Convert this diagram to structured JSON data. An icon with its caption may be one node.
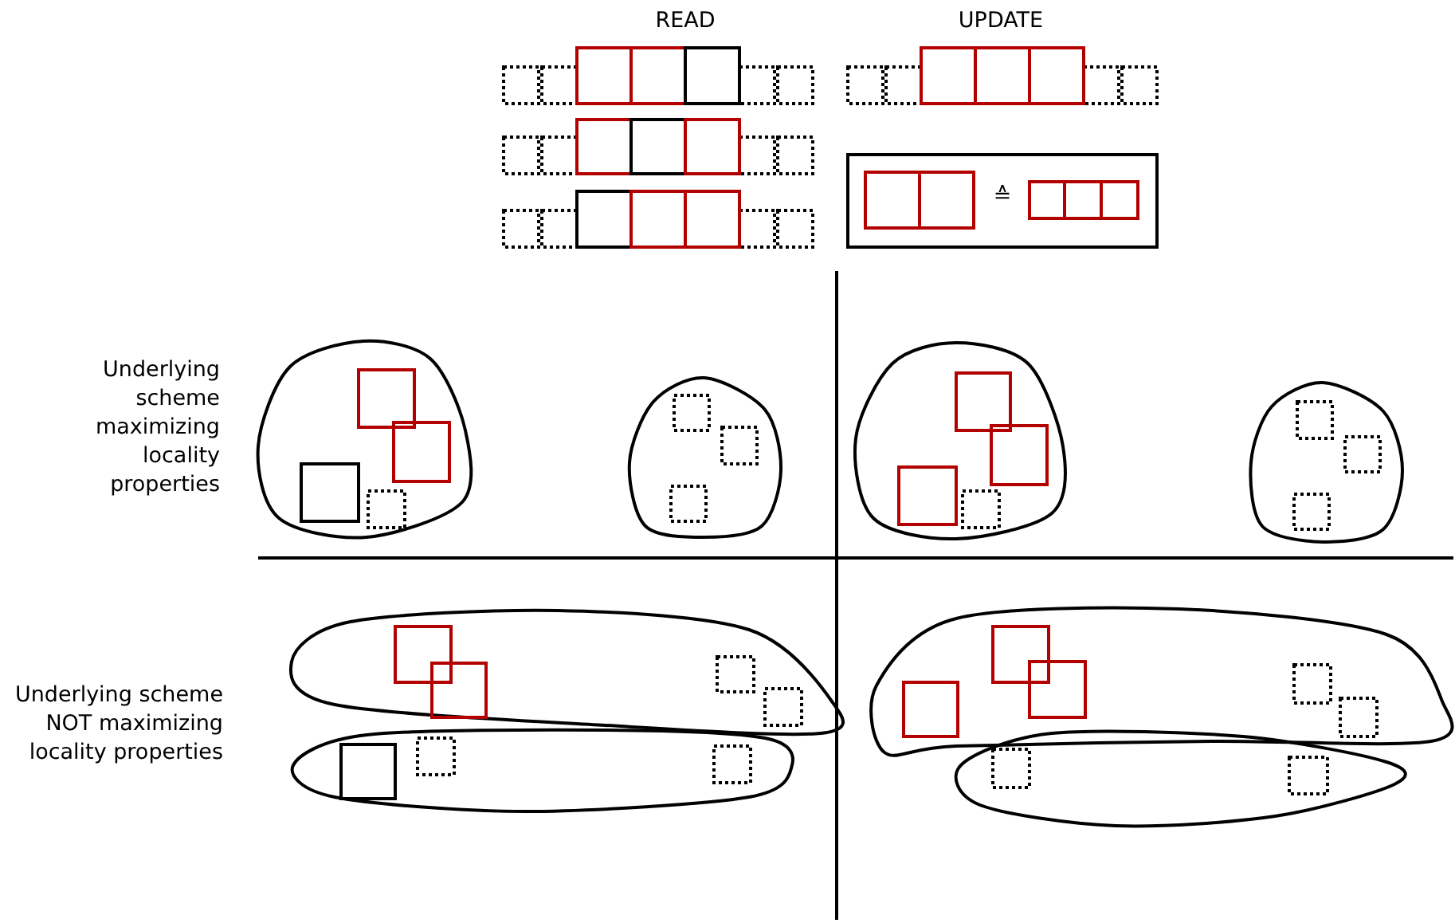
{
  "diagram": {
    "labels": [
      "READ",
      "UPDATE",
      "≙",
      "Underlying scheme maximizing locality properties",
      "Underlying scheme NOT maximizing locality properties"
    ]
  }
}
